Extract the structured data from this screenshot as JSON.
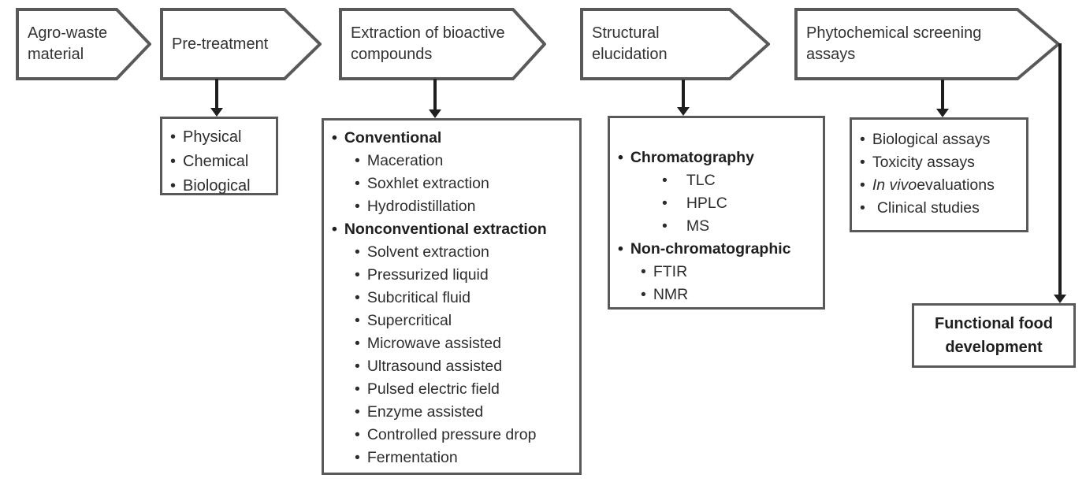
{
  "colors": {
    "border": "#595959",
    "connector": "#1f1f1f",
    "text": "#2d2d2d",
    "background": "#ffffff"
  },
  "steps": [
    {
      "label": "Agro-waste material"
    },
    {
      "label": "Pre-treatment"
    },
    {
      "label": "Extraction of bioactive compounds"
    },
    {
      "label": "Structural elucidation"
    },
    {
      "label": "Phytochemical screening assays"
    }
  ],
  "pretreatment": {
    "items": [
      {
        "text": "Physical"
      },
      {
        "text": "Chemical"
      },
      {
        "text": "Biological"
      }
    ]
  },
  "extraction": {
    "items": [
      {
        "text": "Conventional",
        "bold": true,
        "level": 1
      },
      {
        "text": "Maceration",
        "level": 2
      },
      {
        "text": "Soxhlet extraction",
        "level": 2
      },
      {
        "text": "Hydrodistillation",
        "level": 2
      },
      {
        "text": "Nonconventional extraction",
        "bold": true,
        "level": 1
      },
      {
        "text": "Solvent extraction",
        "level": 2
      },
      {
        "text": "Pressurized liquid",
        "level": 2
      },
      {
        "text": "Subcritical fluid",
        "level": 2
      },
      {
        "text": "Supercritical",
        "level": 2
      },
      {
        "text": "Microwave assisted",
        "level": 2
      },
      {
        "text": "Ultrasound assisted",
        "level": 2
      },
      {
        "text": "Pulsed electric field",
        "level": 2
      },
      {
        "text": "Enzyme assisted",
        "level": 2
      },
      {
        "text": "Controlled pressure drop",
        "level": 2
      },
      {
        "text": "Fermentation",
        "level": 2
      }
    ]
  },
  "structural": {
    "items": [
      {
        "text": "Chromatography",
        "bold": true,
        "level": 1
      },
      {
        "text": "TLC",
        "level": 2
      },
      {
        "text": "HPLC",
        "level": 2
      },
      {
        "text": "MS",
        "level": 2
      },
      {
        "text": "Non-chromatographic",
        "bold": true,
        "level": 1
      },
      {
        "text": "FTIR",
        "level": 2
      },
      {
        "text": "NMR",
        "level": 2
      }
    ]
  },
  "phytochemical": {
    "items": [
      {
        "text": "Biological assays"
      },
      {
        "text": "Toxicity assays"
      },
      {
        "italic": "In vivo",
        "text": " evaluations"
      },
      {
        "text": "Clinical studies"
      }
    ]
  },
  "final_box": {
    "label": "Functional food development"
  }
}
